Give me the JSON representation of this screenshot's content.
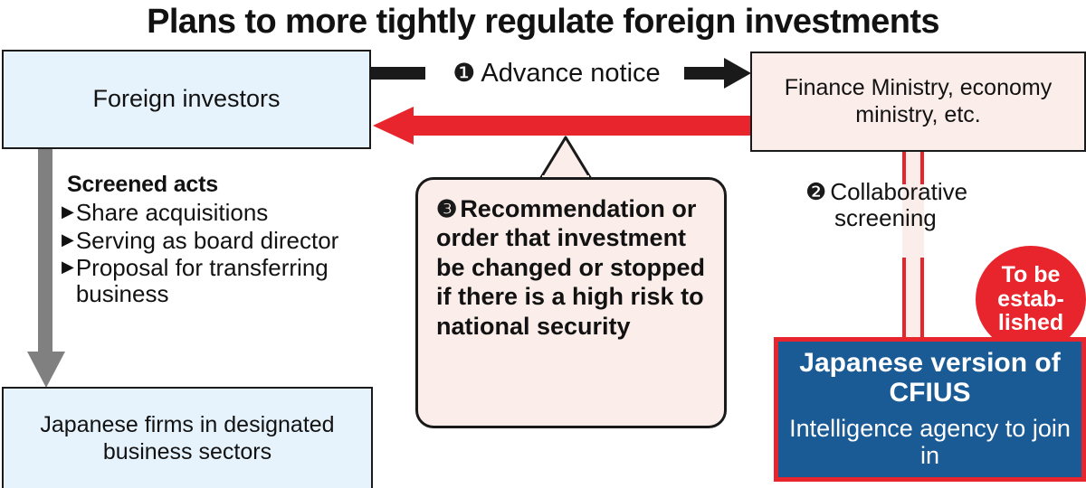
{
  "title": "Plans to more tightly regulate foreign investments",
  "boxes": {
    "foreign_investors": "Foreign investors",
    "japanese_firms": "Japanese firms in designated business sectors",
    "ministries": "Finance Ministry, economy ministry, etc."
  },
  "screened_acts": {
    "heading": "Screened acts",
    "marker": "▶",
    "items": [
      "Share acquisitions",
      "Serving as board director",
      "Proposal for transferring business"
    ]
  },
  "flows": {
    "advance_notice": {
      "badge": "❶",
      "label": "Advance notice"
    },
    "collaborative_screening": {
      "badge": "❷",
      "label_line1": "Collaborative",
      "label_line2": "screening"
    },
    "recommendation": {
      "badge": "❸",
      "text": "Recommendation or order that investment be changed or stopped if there is a high risk to national security"
    }
  },
  "badge_to_be_established": "To be estab-\nlished",
  "cfius": {
    "title": "Japanese version of CFIUS",
    "subtitle": "Intelligence agency to join in"
  },
  "colors": {
    "red": "#e8252c",
    "blue_box": "#1b5b95",
    "light_blue_fill": "#e6f3fc",
    "pink_fill": "#fbeeea",
    "gray_arrow": "#808080",
    "ink": "#121212"
  }
}
